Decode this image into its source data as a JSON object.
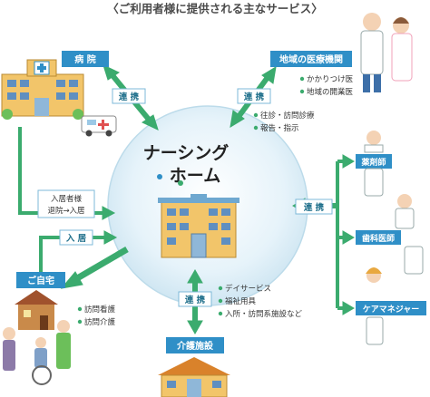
{
  "title": "〈ご利用者様に提供される主なサービス〉",
  "center": {
    "line1": "ナーシング",
    "line2": "ホーム"
  },
  "boxes": {
    "hospital": "病 院",
    "regional": "地域の医療機関",
    "pharmacist": "薬剤師",
    "dentist": "歯科医師",
    "care_manager": "ケアマネジャー",
    "care_facility": "介護施設",
    "home": "ご自宅"
  },
  "labels": {
    "link_hospital": "連 携",
    "link_regional": "連 携",
    "link_right": "連 携",
    "link_care": "連 携",
    "admission_1": "入居者様",
    "admission_2": "退院→入居",
    "move_in": "入 居"
  },
  "lists": {
    "regional_doctors": [
      "かかりつけ医",
      "地域の開業医"
    ],
    "regional_services": [
      "往診・訪問診療",
      "報告・指示"
    ],
    "care_services": [
      "デイサービス",
      "福祉用具",
      "入所・訪問系施設など"
    ],
    "home_services": [
      "訪問看護",
      "訪問介護"
    ]
  },
  "colors": {
    "primary": "#2f8fc7",
    "arrow": "#3bab6e",
    "circle": "#e3f1f8",
    "building": "#f1b24a"
  }
}
